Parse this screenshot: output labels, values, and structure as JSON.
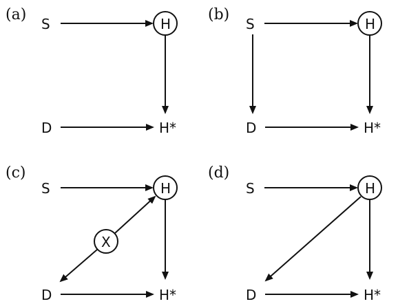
{
  "panels": [
    {
      "label": "(a)",
      "nodes": {
        "S": "S",
        "H": "H",
        "D": "D",
        "Hstar": "H*"
      },
      "edges": [
        "S→H",
        "H→H*",
        "D→H*"
      ]
    },
    {
      "label": "(b)",
      "nodes": {
        "S": "S",
        "H": "H",
        "D": "D",
        "Hstar": "H*"
      },
      "edges": [
        "S→H",
        "S→D",
        "H→H*",
        "D→H*"
      ]
    },
    {
      "label": "(c)",
      "nodes": {
        "S": "S",
        "H": "H",
        "D": "D",
        "Hstar": "H*",
        "X": "X"
      },
      "edges": [
        "S→H",
        "H→H*",
        "D→H*",
        "X→H",
        "X→D"
      ]
    },
    {
      "label": "(d)",
      "nodes": {
        "S": "S",
        "H": "H",
        "D": "D",
        "Hstar": "H*"
      },
      "edges": [
        "S→H",
        "H→H*",
        "D→H*",
        "H→D"
      ]
    }
  ],
  "colors": {
    "ink": "#111111",
    "background": "#ffffff"
  }
}
